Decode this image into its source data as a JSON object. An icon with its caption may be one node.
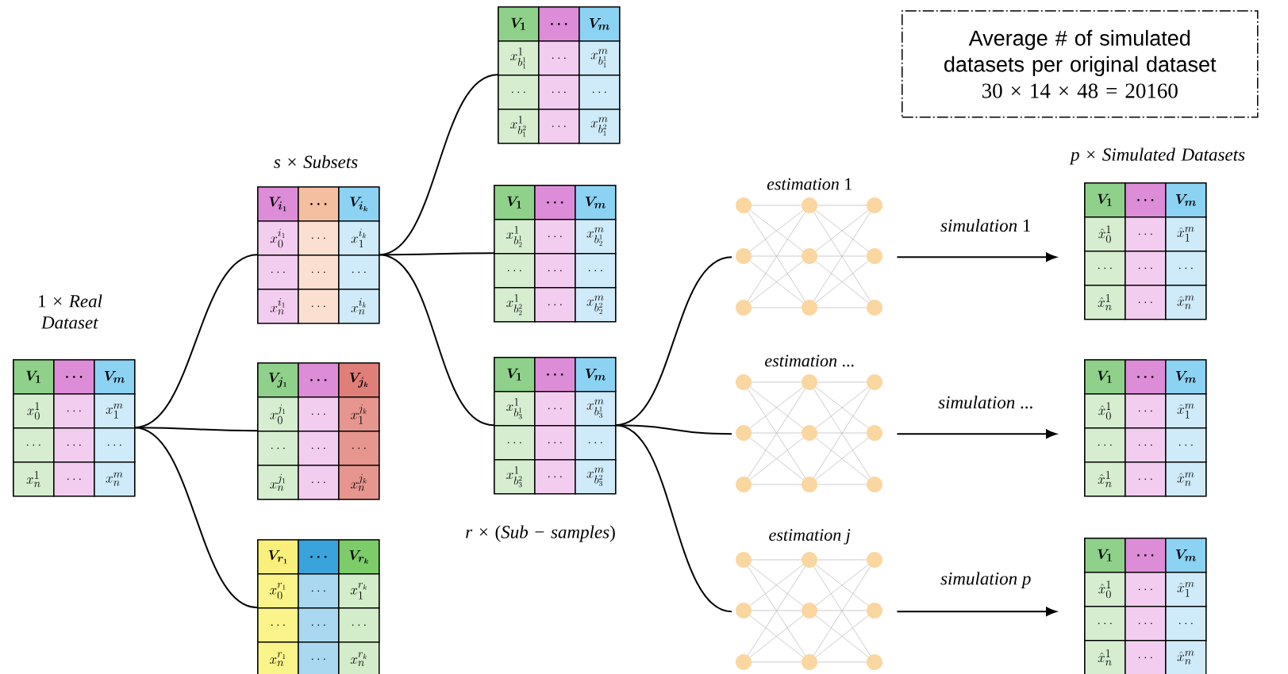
{
  "diagram": {
    "nodes": [
      {
        "text": [
          "\\boldsymbol{V_{1}}",
          "\\boldsymbol{\\ldots}",
          "\\boldsymbol{V_{m}}",
          "x_{0}^{1}",
          "\\ldots",
          "x_{1}^{m}",
          "\\ldots",
          "\\ldots",
          "\\ldots",
          "x_{n}^{1}",
          "\\ldots",
          "x_{n}^{m}"
        ]
      },
      {
        "text": [
          "\\boldsymbol{V_{i_1}}",
          "\\boldsymbol{\\ldots}",
          "\\boldsymbol{V_{i_k}}",
          "x_{0}^{i_1}",
          "\\ldots",
          "x_{1}^{i_k}",
          "\\ldots",
          "\\ldots",
          "\\ldots",
          "x_{n}^{i_1}",
          "\\ldots",
          "x_{n}^{i_k}"
        ]
      },
      {
        "text": [
          "\\boldsymbol{V_{j_1}}",
          "\\boldsymbol{\\ldots}",
          "\\boldsymbol{V_{j_k}}",
          "x_{0}^{j_1}",
          "\\ldots",
          "x_{1}^{j_k}",
          "\\ldots",
          "\\ldots",
          "\\ldots",
          "x_{n}^{j_1}",
          "\\ldots",
          "x_{n}^{j_k}"
        ]
      },
      {
        "text": [
          "\\boldsymbol{V_{r_1}}",
          "\\boldsymbol{\\ldots}",
          "\\boldsymbol{V_{r_k}}",
          "x_{0}^{r_1}",
          "\\ldots",
          "x_{1}^{r_k}",
          "\\ldots",
          "\\ldots",
          "\\ldots",
          "x_{n}^{r_1}",
          "\\ldots",
          "x_{n}^{r_k}"
        ]
      },
      {
        "text": [
          "\\boldsymbol{V_{1}}",
          "\\boldsymbol{\\ldots}",
          "\\boldsymbol{V_{m}}",
          "x_{b_1^1}^{1}",
          "\\ldots",
          "x_{b_1^1}^{m}",
          "\\ldots",
          "\\ldots",
          "\\ldots",
          "x_{b_1^2}^{1}",
          "\\ldots",
          "x_{b_1^2}^{m}"
        ]
      },
      {
        "text": [
          "\\boldsymbol{V_{1}}",
          "\\boldsymbol{\\ldots}",
          "\\boldsymbol{V_{m}}",
          "x_{b_2^1}^{1}",
          "\\ldots",
          "x_{b_2^1}^{m}",
          "\\ldots",
          "\\ldots",
          "\\ldots",
          "x_{b_2^2}^{1}",
          "\\ldots",
          "x_{b_2^2}^{m}"
        ]
      },
      {
        "text": [
          "\\boldsymbol{V_{1}}",
          "\\boldsymbol{\\ldots}",
          "\\boldsymbol{V_{m}}",
          "x_{b_3^1}^{1}",
          "\\ldots",
          "x_{b_3^1}^{m}",
          "\\ldots",
          "\\ldots",
          "\\ldots",
          "x_{b_3^2}^{1}",
          "\\ldots",
          "x_{b_3^2}^{m}"
        ]
      },
      {
        "text": [
          "*estimation* 1"
        ]
      },
      {
        "text": [
          "*estimation* ..."
        ]
      },
      {
        "text": [
          "*estimation j*"
        ]
      },
      {
        "text": [
          "\\boldsymbol{V_{1}}",
          "\\boldsymbol{\\ldots}",
          "\\boldsymbol{V_{m}}",
          "\\hat{x}_{0}^{1}",
          "\\ldots",
          "\\hat{x}_{1}^{m}",
          "\\ldots",
          "\\ldots",
          "\\ldots",
          "\\hat{x}_{n}^{1}",
          "\\ldots",
          "\\hat{x}_{n}^{m}"
        ]
      },
      {
        "text": [
          "\\boldsymbol{V_{1}}",
          "\\boldsymbol{\\ldots}",
          "\\boldsymbol{V_{m}}",
          "\\hat{x}_{0}^{1}",
          "\\ldots",
          "\\hat{x}_{1}^{m}",
          "\\ldots",
          "\\ldots",
          "\\ldots",
          "\\hat{x}_{n}^{1}",
          "\\ldots",
          "\\hat{x}_{n}^{m}"
        ]
      },
      {
        "text": [
          "\\boldsymbol{V_{1}}",
          "\\boldsymbol{\\ldots}",
          "\\boldsymbol{V_{m}}",
          "\\hat{x}_{0}^{1}",
          "\\ldots",
          "\\hat{x}_{1}^{m}",
          "\\ldots",
          "\\ldots",
          "\\ldots",
          "\\hat{x}_{n}^{1}",
          "\\ldots",
          "\\hat{x}_{n}^{m}"
        ]
      },
      {
        "text": [
          "Average # of simulated datasets per original dataset",
          "30 × 14 × 48 = 20160"
        ]
      }
    ],
    "edges": [
      {
        "from": 0,
        "to": 1,
        "arrow": "none"
      },
      {
        "from": 0,
        "to": 2,
        "arrow": "none"
      },
      {
        "from": 0,
        "to": 3,
        "arrow": "none"
      },
      {
        "from": 1,
        "to": 4,
        "arrow": "none"
      },
      {
        "from": 1,
        "to": 5,
        "arrow": "none"
      },
      {
        "from": 1,
        "to": 6,
        "arrow": "none"
      },
      {
        "from": 6,
        "to": 7,
        "arrow": "none"
      },
      {
        "from": 6,
        "to": 8,
        "arrow": "none"
      },
      {
        "from": 6,
        "to": 9,
        "arrow": "none"
      },
      {
        "from": 7,
        "to": 10,
        "arrow": "to",
        "label": "*simulation* 1"
      },
      {
        "from": 8,
        "to": 11,
        "arrow": "to",
        "label": "*simulation* ..."
      },
      {
        "from": 9,
        "to": 12,
        "arrow": "to",
        "label": "*simulation p*"
      }
    ],
    "labels": [
      "1 × *Real Dataset*",
      "*s* × *Subsets*",
      "*r* × (*Sub* − *samples*)",
      "*p* × *Simulated Datasets*"
    ]
  }
}
